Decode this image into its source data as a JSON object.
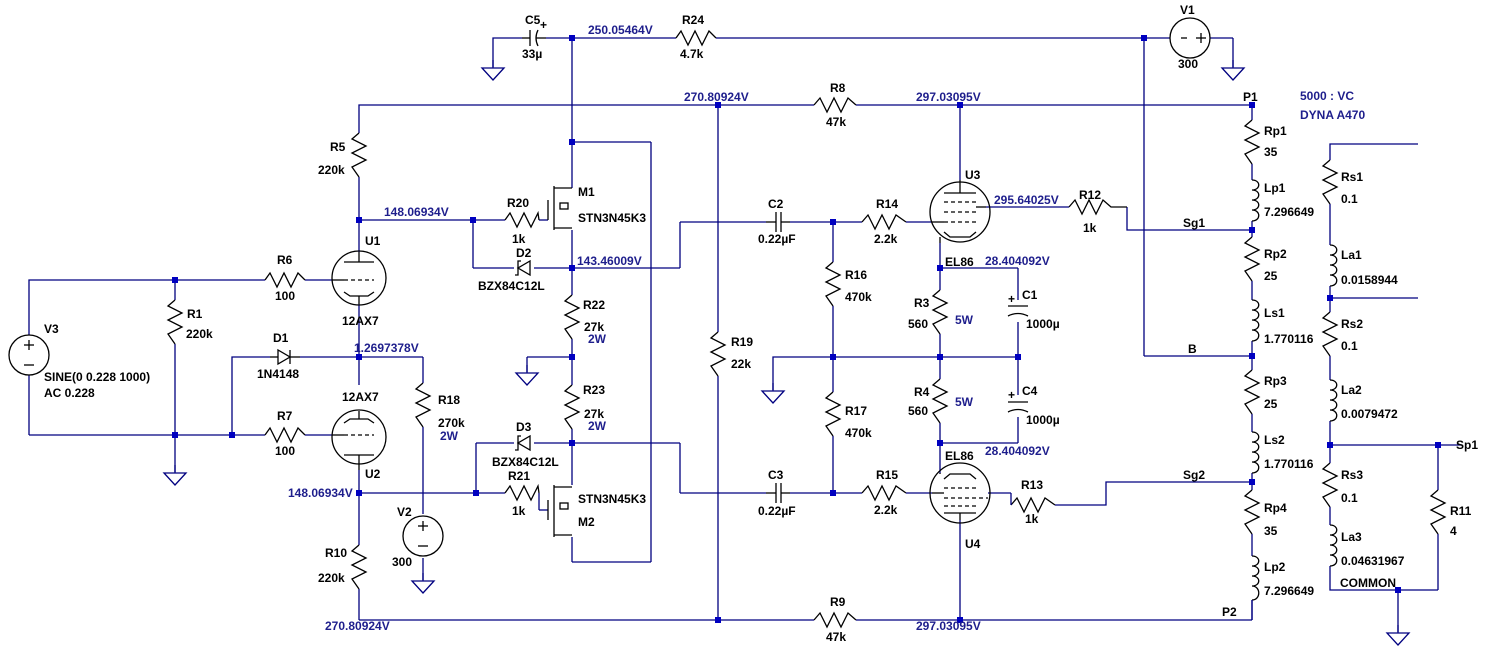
{
  "node_voltages": {
    "c5_node": "250.05464V",
    "top_rail": "270.80924V",
    "p1_node": "297.03095V",
    "u1_plate": "148.06934V",
    "m1_source": "143.46009V",
    "u3_screen": "295.64025V",
    "cathode_top": "28.404092V",
    "d1_node": "1.2697378V",
    "cathode_bottom": "28.404092V",
    "u2_plate": "148.06934V",
    "bottom_rail": "270.80924V",
    "p2_node": "297.03095V"
  },
  "components": {
    "C5": {
      "name": "C5",
      "value": "33µ"
    },
    "R24": {
      "name": "R24",
      "value": "4.7k"
    },
    "V1": {
      "name": "V1",
      "value": "300"
    },
    "R8": {
      "name": "R8",
      "value": "47k"
    },
    "R5": {
      "name": "R5",
      "value": "220k"
    },
    "M1": {
      "name": "M1",
      "value": "STN3N45K3"
    },
    "R20": {
      "name": "R20",
      "value": "1k"
    },
    "D2": {
      "name": "D2",
      "value": "BZX84C12L"
    },
    "U1": {
      "name": "U1",
      "value": "12AX7"
    },
    "R6": {
      "name": "R6",
      "value": "100"
    },
    "R1": {
      "name": "R1",
      "value": "220k"
    },
    "V3": {
      "name": "V3",
      "value": "SINE(0 0.228 1000)",
      "value2": "AC 0.228"
    },
    "D1": {
      "name": "D1",
      "value": "1N4148"
    },
    "R7": {
      "name": "R7",
      "value": "100"
    },
    "U2": {
      "name": "U2",
      "value": "12AX7"
    },
    "R18": {
      "name": "R18",
      "value": "270k",
      "power": "2W"
    },
    "V2": {
      "name": "V2",
      "value": "300"
    },
    "R10": {
      "name": "R10",
      "value": "220k"
    },
    "R22": {
      "name": "R22",
      "value": "27k",
      "power": "2W"
    },
    "R23": {
      "name": "R23",
      "value": "27k",
      "power": "2W"
    },
    "D3": {
      "name": "D3",
      "value": "BZX84C12L"
    },
    "R21": {
      "name": "R21",
      "value": "1k"
    },
    "M2": {
      "name": "M2",
      "value": "STN3N45K3"
    },
    "R19": {
      "name": "R19",
      "value": "22k"
    },
    "C2": {
      "name": "C2",
      "value": "0.22µF"
    },
    "C3": {
      "name": "C3",
      "value": "0.22µF"
    },
    "R16": {
      "name": "R16",
      "value": "470k"
    },
    "R17": {
      "name": "R17",
      "value": "470k"
    },
    "R14": {
      "name": "R14",
      "value": "2.2k"
    },
    "R15": {
      "name": "R15",
      "value": "2.2k"
    },
    "U3": {
      "name": "U3",
      "value": "EL86"
    },
    "U4": {
      "name": "U4",
      "value": "EL86"
    },
    "R12": {
      "name": "R12",
      "value": "1k"
    },
    "R13": {
      "name": "R13",
      "value": "1k"
    },
    "R3": {
      "name": "R3",
      "value": "560",
      "power": "5W"
    },
    "R4": {
      "name": "R4",
      "value": "560",
      "power": "5W"
    },
    "C1": {
      "name": "C1",
      "value": "1000µ"
    },
    "C4": {
      "name": "C4",
      "value": "1000µ"
    },
    "R9": {
      "name": "R9",
      "value": "47k"
    },
    "Rp1": {
      "name": "Rp1",
      "value": "35"
    },
    "Lp1": {
      "name": "Lp1",
      "value": "7.296649"
    },
    "Rp2": {
      "name": "Rp2",
      "value": "25"
    },
    "Ls1": {
      "name": "Ls1",
      "value": "1.770116"
    },
    "Rp3": {
      "name": "Rp3",
      "value": "25"
    },
    "Ls2": {
      "name": "Ls2",
      "value": "1.770116"
    },
    "Rp4": {
      "name": "Rp4",
      "value": "35"
    },
    "Lp2": {
      "name": "Lp2",
      "value": "7.296649"
    },
    "Rs1": {
      "name": "Rs1",
      "value": "0.1"
    },
    "La1": {
      "name": "La1",
      "value": "0.0158944"
    },
    "Rs2": {
      "name": "Rs2",
      "value": "0.1"
    },
    "La2": {
      "name": "La2",
      "value": "0.0079472"
    },
    "Rs3": {
      "name": "Rs3",
      "value": "0.1"
    },
    "La3": {
      "name": "La3",
      "value": "0.04631967"
    },
    "R11": {
      "name": "R11",
      "value": "4"
    }
  },
  "nets": {
    "P1": "P1",
    "P2": "P2",
    "Sg1": "Sg1",
    "Sg2": "Sg2",
    "B": "B",
    "Sp1": "Sp1",
    "COMMON": "COMMON"
  },
  "notes": {
    "transformer_ratio": "5000 : VC",
    "transformer_model": "DYNA A470"
  }
}
